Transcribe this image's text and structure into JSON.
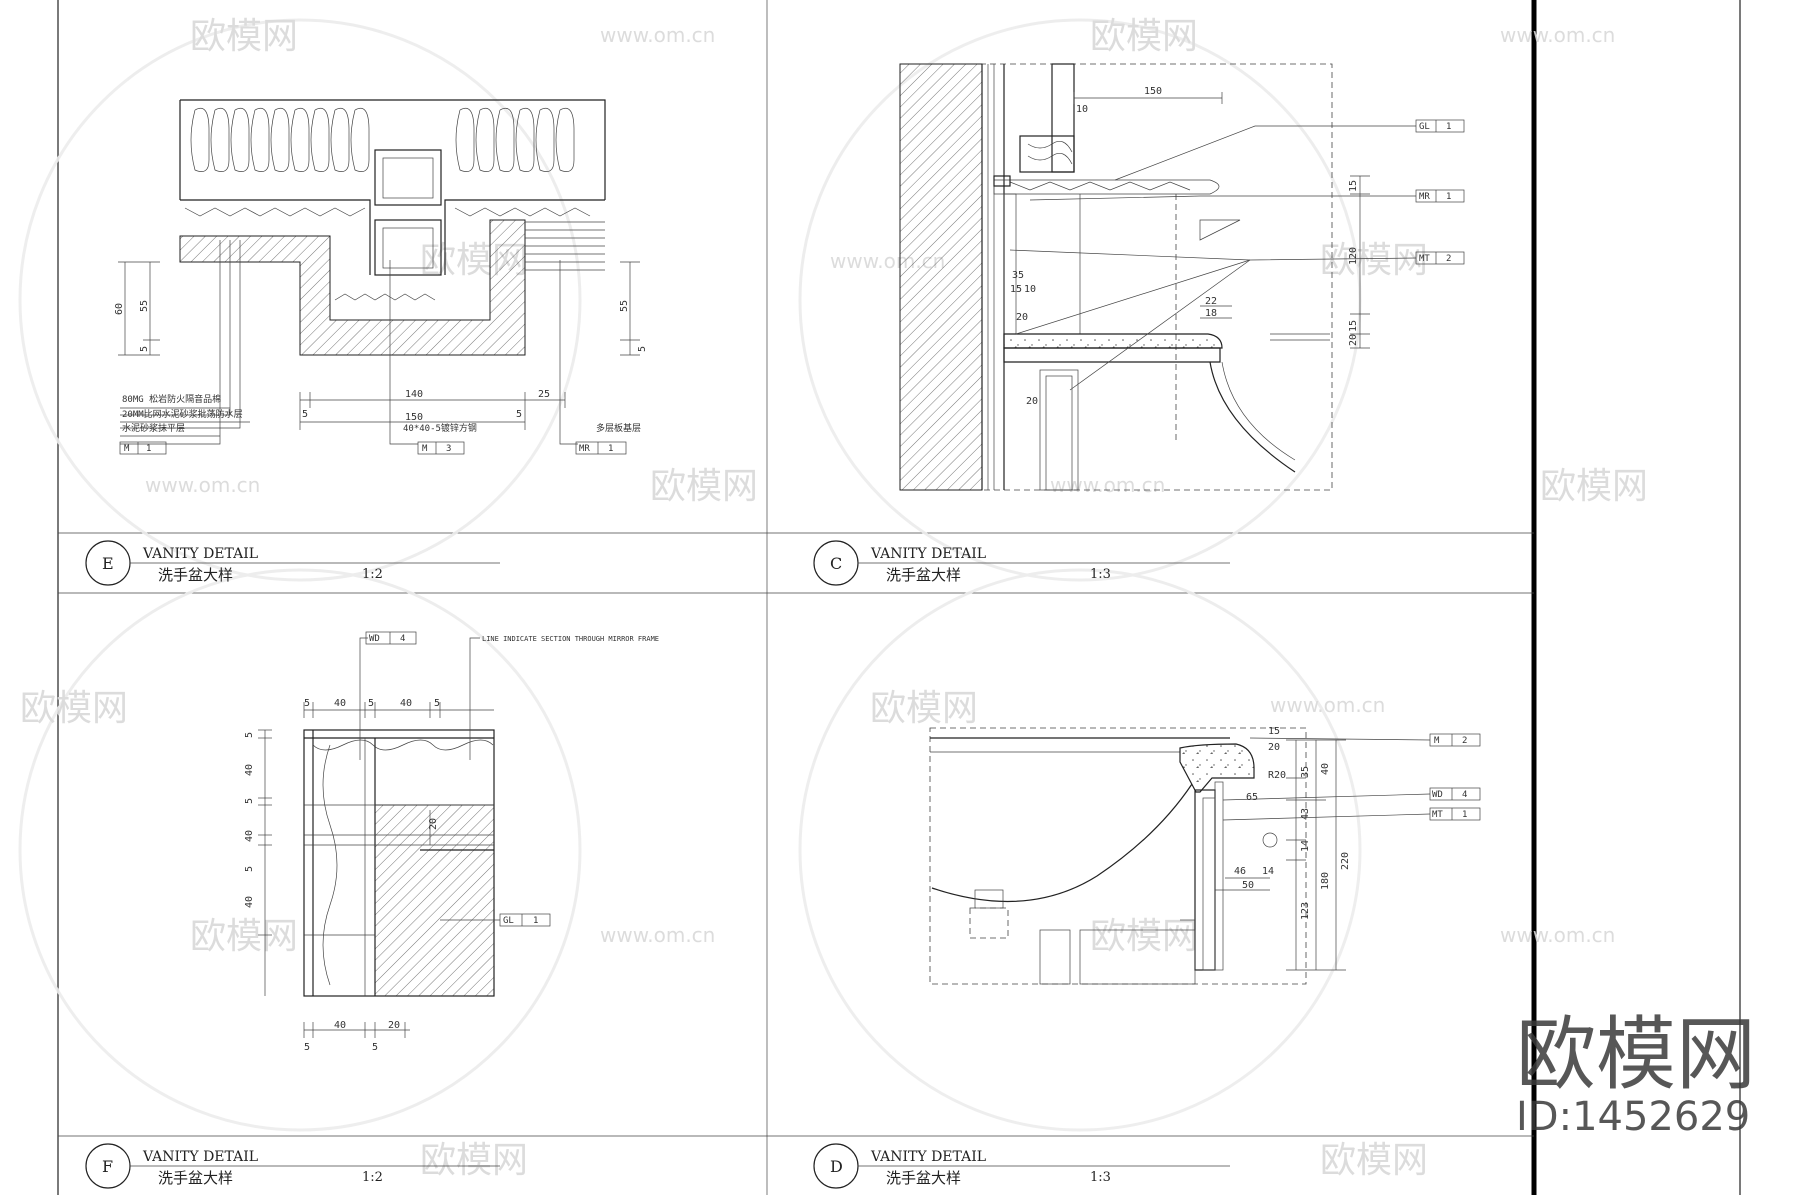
{
  "panels": [
    {
      "id": "E",
      "title": "VANITY DETAIL",
      "subtitle": "洗手盆大样",
      "scale": "1:2"
    },
    {
      "id": "C",
      "title": "VANITY DETAIL",
      "subtitle": "洗手盆大样",
      "scale": "1:3"
    },
    {
      "id": "F",
      "title": "VANITY DETAIL",
      "subtitle": "洗手盆大样",
      "scale": "1:2"
    },
    {
      "id": "D",
      "title": "VANITY DETAIL",
      "subtitle": "洗手盆大样",
      "scale": "1:3"
    }
  ],
  "panel_e": {
    "notes": [
      "80MG 松岩防火隔音品棉",
      "20MM比网水泥砂浆批荡防水层",
      "水泥砂浆抹平层"
    ],
    "tag_m1": [
      "M",
      "1"
    ],
    "tag_m3": [
      "M",
      "3"
    ],
    "tag_mr1": [
      "MR",
      "1"
    ],
    "note_mid": "40*40-5镀锌方钢",
    "note_right": "多层板基层",
    "dims": [
      "60",
      "55",
      "5",
      "140",
      "150",
      "5",
      "5",
      "25",
      "55",
      "5"
    ]
  },
  "panel_c": {
    "tags": [
      [
        "GL",
        "1"
      ],
      [
        "MR",
        "1"
      ],
      [
        "MT",
        "2"
      ]
    ],
    "dims": [
      "150",
      "10",
      "15",
      "120",
      "35",
      "15",
      "10",
      "22",
      "18",
      "20",
      "15",
      "20",
      "20"
    ]
  },
  "panel_f": {
    "tag_wd4": [
      "WD",
      "4"
    ],
    "tag_gl1": [
      "GL",
      "1"
    ],
    "note": "LINE INDICATE SECTION THROUGH MIRROR FRAME",
    "dims_top": [
      "5",
      "40",
      "5",
      "40",
      "5"
    ],
    "dims_left": [
      "5",
      "40",
      "5",
      "40",
      "5",
      "40"
    ],
    "dims_bottom": [
      "40",
      "20",
      "5",
      "5"
    ],
    "dim_inner": "20"
  },
  "panel_d": {
    "tags": [
      [
        "M",
        "2"
      ],
      [
        "WD",
        "4"
      ],
      [
        "MT",
        "1"
      ]
    ],
    "dims": [
      "15",
      "20",
      "R20",
      "35",
      "40",
      "65",
      "43",
      "14",
      "46",
      "14",
      "50",
      "123",
      "180",
      "220"
    ]
  },
  "watermark": {
    "brand": "欧模网",
    "url": "www.om.cn",
    "id_label": "ID:1452629"
  }
}
